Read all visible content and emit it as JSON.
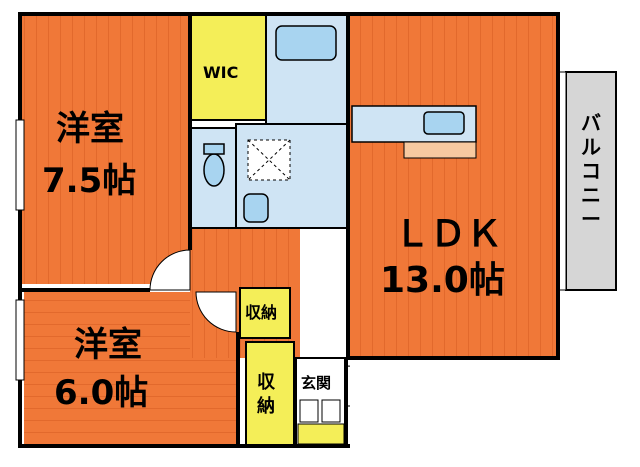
{
  "rooms": {
    "western_room_1": {
      "name": "洋室",
      "size": "7.5帖"
    },
    "western_room_2": {
      "name": "洋室",
      "size": "6.0帖"
    },
    "ldk": {
      "name": "ＬＤＫ",
      "size": "13.0帖"
    },
    "wic": {
      "name": "WIC"
    },
    "storage_1": {
      "name": "収納"
    },
    "storage_2": {
      "name": "収納"
    },
    "entrance": {
      "name": "玄関"
    },
    "balcony": {
      "name": "バルコニー"
    }
  },
  "colors": {
    "room_floor": "#f07838",
    "room_line": "#d45a20",
    "storage": "#f4ee58",
    "water_area": "#cfe4f4",
    "fixture": "#a8d4f0",
    "balcony": "#d6d6d6",
    "counter": "#f7c9a0",
    "wall": "#000000"
  }
}
